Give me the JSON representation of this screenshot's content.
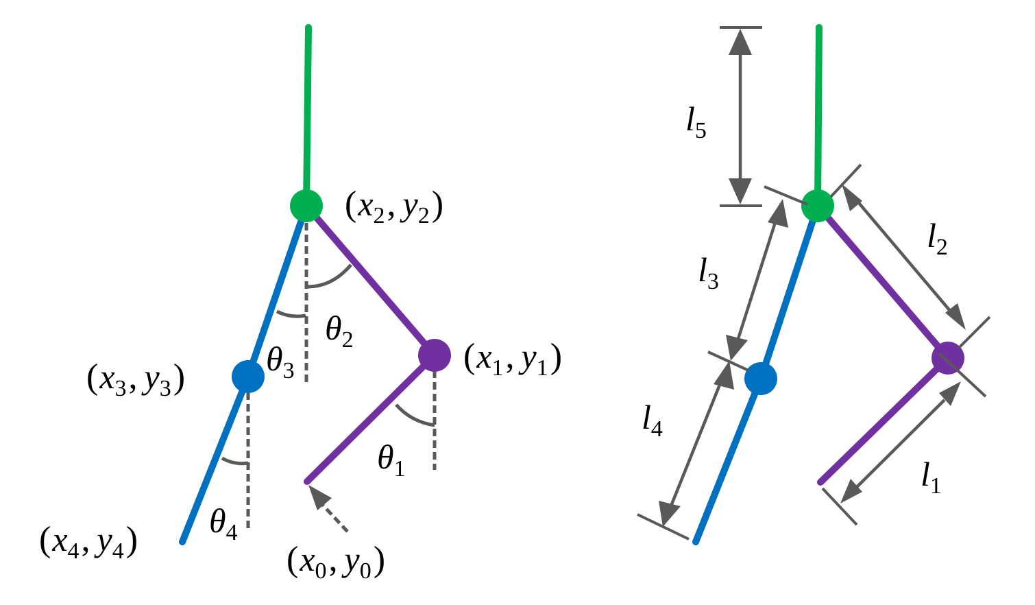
{
  "colors": {
    "torso": "#00b050",
    "purple_leg": "#7030a0",
    "blue_leg": "#0070c0",
    "annotation": "#595959"
  },
  "left_diagram": {
    "points": [
      {
        "id": "p2",
        "var_x": "x",
        "sub_x": "2",
        "var_y": "y",
        "sub_y": "2"
      },
      {
        "id": "p1",
        "var_x": "x",
        "sub_x": "1",
        "var_y": "y",
        "sub_y": "1"
      },
      {
        "id": "p3",
        "var_x": "x",
        "sub_x": "3",
        "var_y": "y",
        "sub_y": "3"
      },
      {
        "id": "p4",
        "var_x": "x",
        "sub_x": "4",
        "var_y": "y",
        "sub_y": "4"
      },
      {
        "id": "p0",
        "var_x": "x",
        "sub_x": "0",
        "var_y": "y",
        "sub_y": "0"
      }
    ],
    "angles": [
      {
        "id": "a1",
        "var": "θ",
        "sub": "1"
      },
      {
        "id": "a2",
        "var": "θ",
        "sub": "2"
      },
      {
        "id": "a3",
        "var": "θ",
        "sub": "3"
      },
      {
        "id": "a4",
        "var": "θ",
        "sub": "4"
      }
    ]
  },
  "right_diagram": {
    "lengths": [
      {
        "id": "l5",
        "var": "l",
        "sub": "5"
      },
      {
        "id": "l2",
        "var": "l",
        "sub": "2"
      },
      {
        "id": "l3",
        "var": "l",
        "sub": "3"
      },
      {
        "id": "l4",
        "var": "l",
        "sub": "4"
      },
      {
        "id": "l1",
        "var": "l",
        "sub": "1"
      }
    ]
  },
  "punct": {
    "open": "(",
    "close": ")",
    "comma": ","
  }
}
